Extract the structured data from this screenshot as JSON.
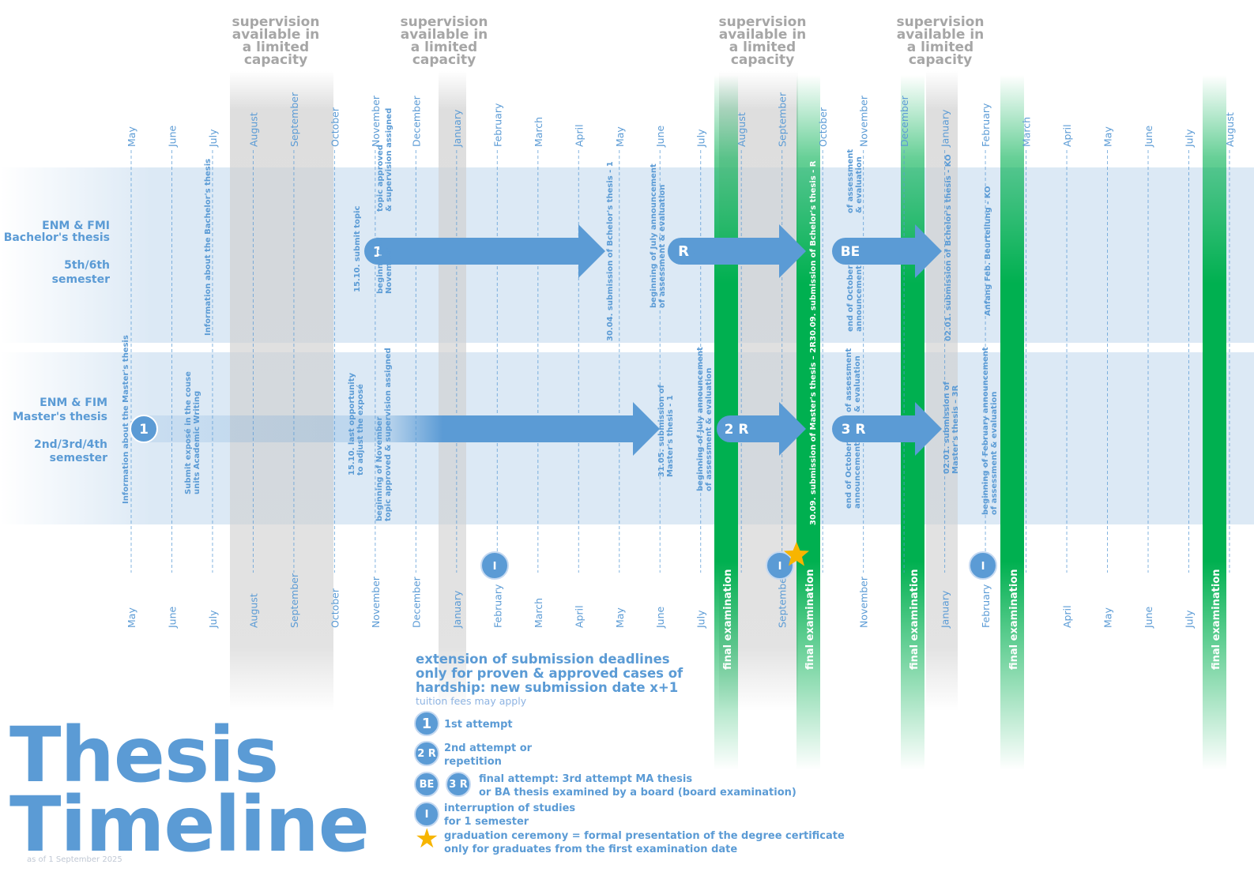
{
  "colors": {
    "accent": "#5b9bd5",
    "band": "#dce9f5",
    "arrow": "#5b9bd5",
    "exam_green": "#00b050",
    "gray_shade": "#d9d9d9",
    "star": "#f7b500"
  },
  "supervision_label": "supervision available in a limited capacity",
  "months_top": [
    "May",
    "June",
    "July",
    "August",
    "September",
    "October",
    "November",
    "December",
    "January",
    "February",
    "March",
    "April",
    "May",
    "June",
    "July",
    "August",
    "September",
    "October",
    "November",
    "December",
    "January",
    "February",
    "March",
    "April",
    "May",
    "June",
    "July",
    "August"
  ],
  "months_bottom": [
    "May",
    "June",
    "July",
    "August",
    "September",
    "October",
    "November",
    "December",
    "January",
    "February",
    "March",
    "April",
    "May",
    "June",
    "July",
    "",
    "September",
    "",
    "November",
    "",
    "January",
    "February",
    "",
    "April",
    "May",
    "June",
    "July",
    ""
  ],
  "rows": {
    "bachelor": {
      "line1": "ENM & FMI",
      "line2": "Bachelor's thesis",
      "line3": "5th/6th",
      "line4": "semester"
    },
    "master": {
      "line1": "ENM & FIM",
      "line2": "Master's thesis",
      "line3": "2nd/3rd/4th",
      "line4": "semester"
    }
  },
  "bachelor_notes": [
    {
      "text1": "Information about the Bachelor's thesis",
      "text2": ""
    },
    {
      "text1": "15.10. submit topic",
      "text2": ""
    },
    {
      "text1": "topic approved",
      "text2": "& supervision assigned"
    },
    {
      "text1": "beginning of",
      "text2": "November"
    },
    {
      "text1": "30.04. submission of Bchelor's thesis - 1",
      "text2": ""
    },
    {
      "text1": "beginning of July announcement",
      "text2": "of assessment & evaluation"
    },
    {
      "text1": "30.09. submission of Bchelor's thesis - R",
      "text2": ""
    },
    {
      "text1": "of assessment",
      "text2": "& evaluation"
    },
    {
      "text1": "end of October",
      "text2": "announcement"
    },
    {
      "text1": "02.01. submission of Bchelor's thesis - KO",
      "text2": ""
    },
    {
      "text1": "Anfang Feb. Beurteilung - KO",
      "text2": ""
    }
  ],
  "master_notes": [
    {
      "text1": "Information about the Master's thesis",
      "text2": ""
    },
    {
      "text1": "Submit exposé in the couse",
      "text2": "units Academic Writing"
    },
    {
      "text1": "15.10. last opportunity",
      "text2": "to adjust the exposé"
    },
    {
      "text1": "beginning of November",
      "text2": "topic approved & supervision assigned"
    },
    {
      "text1": "31.05. submission of",
      "text2": "Master's thesis - 1"
    },
    {
      "text1": "beginning of July announcement",
      "text2": "of assessment & evaluation"
    },
    {
      "text1": "30.09. submission of Master's thesis – 2R",
      "text2": ""
    },
    {
      "text1": "of assessment",
      "text2": "& evaluation"
    },
    {
      "text1": "end of October",
      "text2": "announcement"
    },
    {
      "text1": "02.01. submission of",
      "text2": "Master's thesis – 3R"
    },
    {
      "text1": "beginning of February announcement",
      "text2": "of assessment & evaluation"
    }
  ],
  "arrow_labels": {
    "b1": "1",
    "br": "R",
    "bbe": "BE",
    "m1": "1",
    "m2r": "2 R",
    "m3r": "3 R"
  },
  "interruption_label": "I",
  "final_exam_label": "final examination",
  "legend": {
    "heading_l1": "extension of submission deadlines",
    "heading_l2": "only for proven & approved cases of",
    "heading_l3": "hardship: new submission date x+1",
    "sub": "tuition fees may apply",
    "items": [
      {
        "badge": "1",
        "l1": "1st attempt",
        "l2": ""
      },
      {
        "badge": "2 R",
        "l1": "2nd attempt or",
        "l2": "repetition"
      },
      {
        "badge": "BE",
        "badge2": "3 R",
        "l1": "final attempt: 3rd attempt MA thesis",
        "l2": "or BA thesis examined by a board (board examination)"
      },
      {
        "badge": "I",
        "l1": "interruption of studies",
        "l2": "for 1 semester"
      },
      {
        "badge": "",
        "l1": "graduation ceremony = formal presentation of the degree certificate",
        "l2": "only for graduates from the first examination date"
      }
    ]
  },
  "title_l1": "Thesis",
  "title_l2": "Timeline",
  "as_of": "as of 1 September 2025"
}
